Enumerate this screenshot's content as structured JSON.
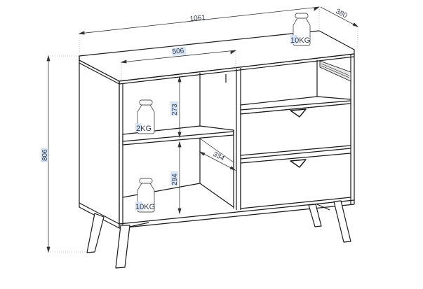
{
  "diagram": {
    "subject": "sideboard-cabinet-dimension-drawing",
    "colors": {
      "line": "#1a1a1a",
      "dim_line": "#333333",
      "text": "#333a4a",
      "label_highlight": "#d6e3f5",
      "background": "#ffffff"
    },
    "dimensions": {
      "width": "1061",
      "depth": "380",
      "height": "806",
      "inner_width": "506",
      "upper_shelf_height": "273",
      "lower_shelf_height": "294",
      "shelf_depth": "334"
    },
    "load_labels": {
      "top": "10KG",
      "upper_shelf": "2KG",
      "bottom_shelf": "10KG"
    },
    "features": [
      "drawer-slide",
      "drawer-upper",
      "drawer-lower",
      "triangle-handle-upper",
      "triangle-handle-lower",
      "tapered-legs"
    ]
  }
}
